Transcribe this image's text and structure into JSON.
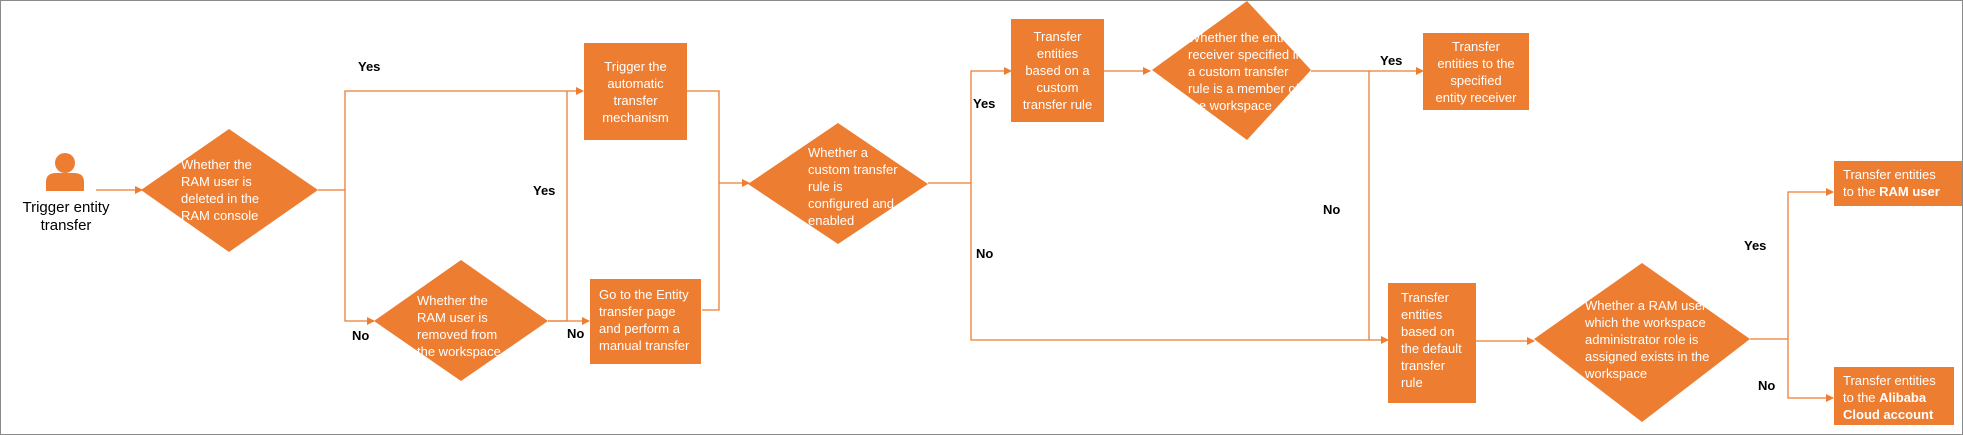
{
  "colors": {
    "node_fill": "#ED7D31",
    "connector": "#ED7D31",
    "border": "#8a8a8a"
  },
  "start": {
    "icon": "person-icon",
    "label": "Trigger entity\ntransfer"
  },
  "decisions": {
    "ram_deleted": "Whether the\nRAM user is\ndeleted in the\nRAM console",
    "ram_removed": "Whether the\nRAM user is\nremoved from\nthe workspace",
    "custom_rule": "Whether a\ncustom transfer\nrule is\nconfigured and\nenabled",
    "receiver_member": "Whether the entity\nreceiver specified in\na custom transfer\nrule is a member of\nthe workspace",
    "admin_role": "Whether a RAM user\nwhich the workspace\nadministrator role is\nassigned exists in the\nworkspace"
  },
  "processes": {
    "auto_transfer": "Trigger the\nautomatic\ntransfer\nmechanism",
    "manual_transfer": "Go to the Entity\ntransfer page\nand perform a\nmanual transfer",
    "custom_rule_transfer": "Transfer\nentities\nbased on a\ncustom\ntransfer rule",
    "to_receiver": "Transfer\nentities to the\nspecified\nentity receiver",
    "default_rule_transfer": "Transfer\nentities\nbased on\nthe default\ntransfer\nrule",
    "to_ram_user_prefix": "Transfer entities\nto the ",
    "to_ram_user_bold": "RAM user",
    "to_alibaba_prefix": "Transfer entities\nto the ",
    "to_alibaba_bold": "Alibaba\nCloud account"
  },
  "labels": {
    "yes": "Yes",
    "no": "No"
  }
}
